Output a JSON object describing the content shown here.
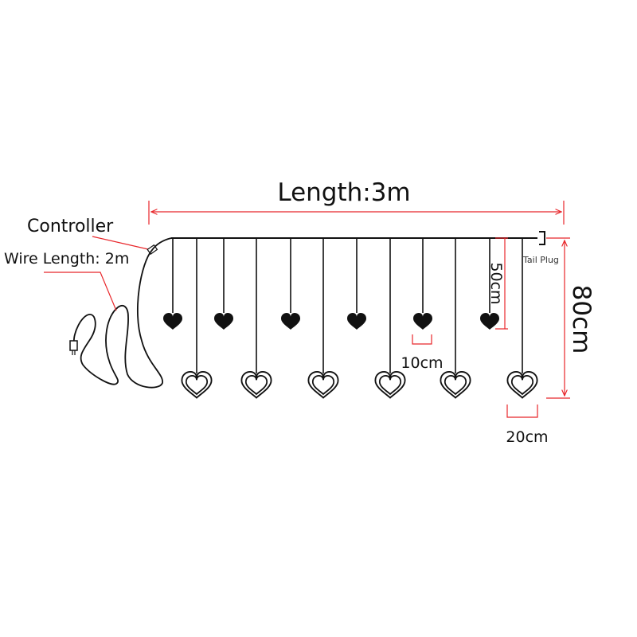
{
  "labels": {
    "length": "Length:3m",
    "controller": "Controller",
    "wire_length": "Wire Length: 2m",
    "tail_plug": "Tail Plug",
    "short_drop": "50cm",
    "total_drop": "80cm",
    "small_heart_width": "10cm",
    "large_heart_width": "20cm"
  },
  "strands": {
    "short_count": 6,
    "long_count": 6
  },
  "colors": {
    "dimension": "#e8262a",
    "line": "#111111"
  },
  "icons": {
    "small_heart": "solid-heart-icon",
    "large_heart": "outline-heart-icon",
    "plug": "plug-icon"
  }
}
